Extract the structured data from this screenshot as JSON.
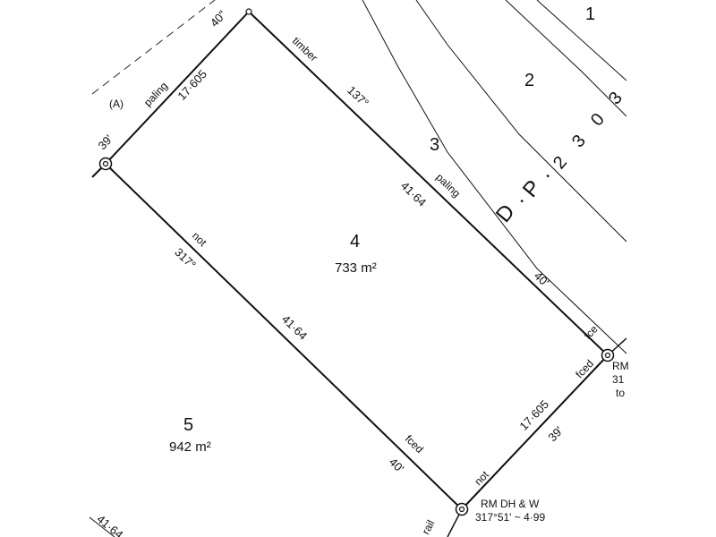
{
  "lots": {
    "lot1": "1",
    "lot2": "2",
    "lot3": "3",
    "lot4": "4",
    "lot4_area": "733 m²",
    "lot5": "5",
    "lot5_area": "942 m²"
  },
  "plan_ref": {
    "d": "D",
    "p": "P",
    "d2": "2",
    "d3a": "3",
    "d0": "0",
    "d3b": "3"
  },
  "boundaries": {
    "north_bearing": "137°",
    "north_fence_1": "timber",
    "north_fence_2": "paling",
    "north_length": "41·64",
    "north_bearing_ne": "40'",
    "west_bearing": "40\"",
    "west_fence": "paling",
    "west_length": "17·605",
    "west_corner_mark": "(A)",
    "west_corner_bearing": "39'",
    "south_fence_1": "not",
    "south_bearing": "317°",
    "south_length": "41·64",
    "south_fence_2": "fced",
    "south_bearing_se": "40'",
    "east_fence_top": "fce",
    "east_fence_1": "fced",
    "east_length": "17·605",
    "east_bearing": "39'",
    "east_fence_2": "not",
    "rail_label": "rail",
    "lot5_edge_length": "41·64"
  },
  "reference_marks": {
    "south_rm_line1": "RM DH & W",
    "south_rm_line2": "317°51' ~ 4·99",
    "east_rm_line1": "RM",
    "east_rm_line2": "31",
    "east_rm_line3": "to"
  }
}
